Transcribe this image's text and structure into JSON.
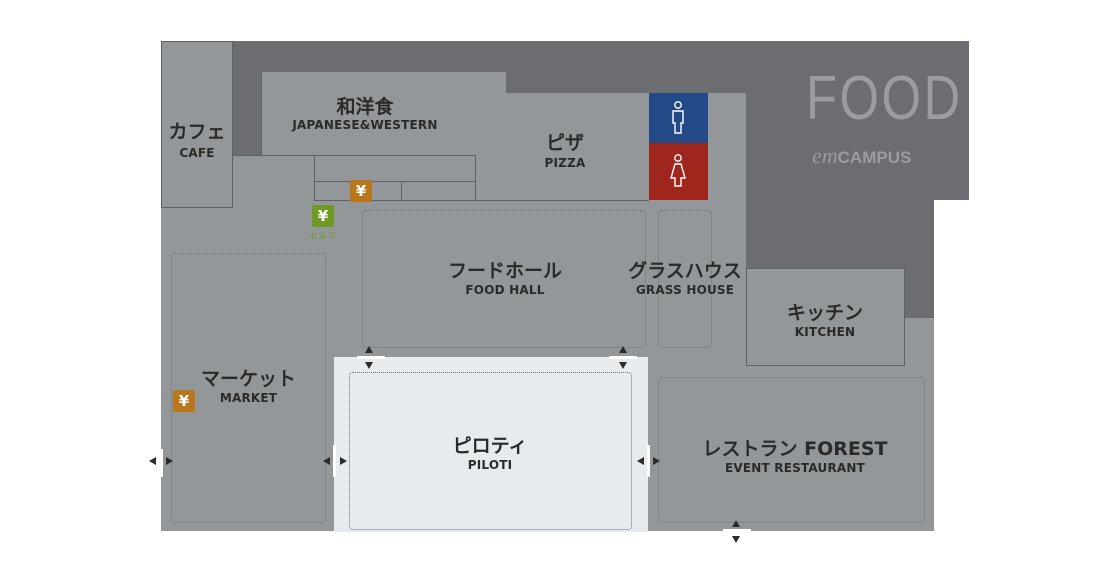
{
  "title": {
    "main": "FOOD",
    "brand_prefix": "em",
    "brand_suffix": "CAMPUS"
  },
  "colors": {
    "floor": "#939799",
    "building_dark": "#6b6d70",
    "room": "#939799",
    "piloti": "#e7ebee",
    "mens": "#234a87",
    "womens": "#9e261d",
    "yen_orange": "#b9761a",
    "yen_green": "#6f9a24"
  },
  "areas": {
    "cafe": {
      "jp": "カフェ",
      "en": "CAFE"
    },
    "japanese_western": {
      "jp": "和洋食",
      "en": "JAPANESE&WESTERN"
    },
    "pizza": {
      "jp": "ピザ",
      "en": "PIZZA"
    },
    "food_hall": {
      "jp": "フードホール",
      "en": "FOOD HALL"
    },
    "grass_house": {
      "jp": "グラスハウス",
      "en": "GRASS HOUSE"
    },
    "kitchen": {
      "jp": "キッチン",
      "en": "KITCHEN"
    },
    "market": {
      "jp": "マーケット",
      "en": "MARKET"
    },
    "piloti": {
      "jp": "ピロティ",
      "en": "PILOTI"
    },
    "restaurant": {
      "jp": "レストラン FOREST",
      "en": "EVENT RESTAURANT"
    }
  },
  "icons": {
    "cashier_symbol": "¥",
    "self_checkout_label": "セルフ",
    "restroom_men": "male-icon",
    "restroom_women": "female-icon"
  }
}
